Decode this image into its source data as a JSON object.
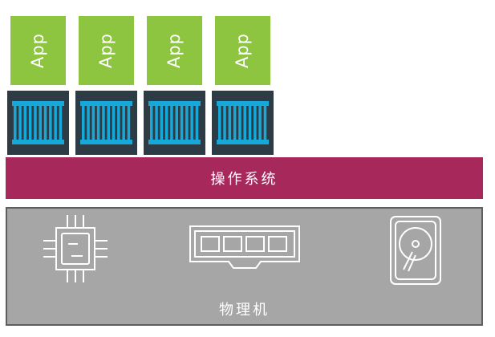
{
  "apps": [
    {
      "label": "App"
    },
    {
      "label": "App"
    },
    {
      "label": "App"
    },
    {
      "label": "App"
    }
  ],
  "os": {
    "label": "操作系统"
  },
  "hardware": {
    "label": "物理机",
    "icons": [
      "cpu-chip-icon",
      "memory-module-icon",
      "hard-drive-icon"
    ]
  },
  "colors": {
    "app": "#8dc540",
    "container_frame": "#2d3c44",
    "container_slats": "#16a8d9",
    "os": "#a7295c",
    "hardware": "#a6a6a6",
    "hardware_border": "#5e5e5e"
  }
}
